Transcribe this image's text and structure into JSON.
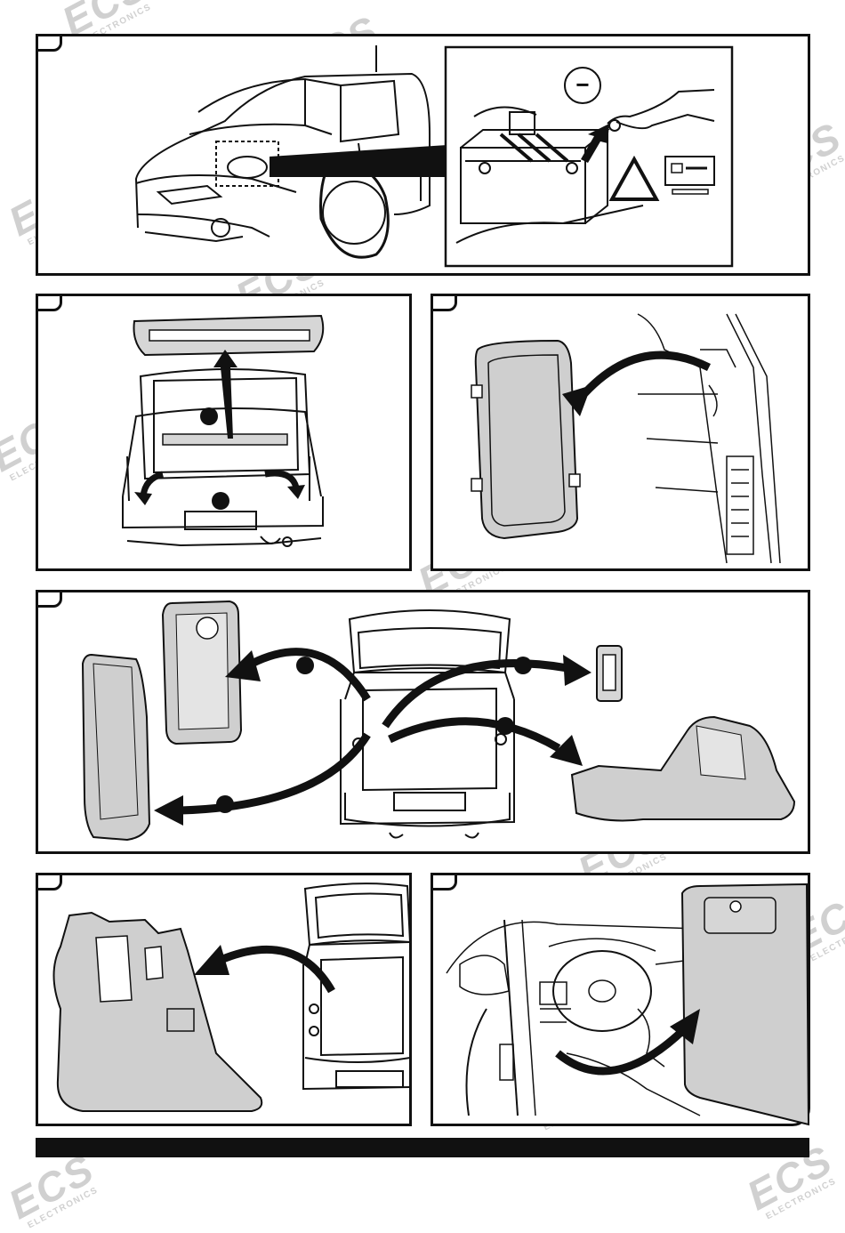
{
  "watermark": {
    "brand": "ECS",
    "sub": "ELECTRONICS"
  },
  "steps": [
    {
      "id": "step-1",
      "icon": "disconnect-battery-negative-icon"
    },
    {
      "id": "step-2",
      "icon": "remove-parcel-shelf-icon"
    },
    {
      "id": "step-3",
      "icon": "remove-side-cover-icon"
    },
    {
      "id": "step-4",
      "icon": "remove-trunk-panels-icon"
    },
    {
      "id": "step-5",
      "icon": "remove-side-trim-icon"
    },
    {
      "id": "step-6",
      "icon": "remove-dashboard-panel-icon"
    }
  ],
  "colors": {
    "line": "#111111",
    "panel_fill": "#cfcfcf",
    "watermark": "#d0d0d0"
  },
  "battery_terminal_symbol": "−"
}
